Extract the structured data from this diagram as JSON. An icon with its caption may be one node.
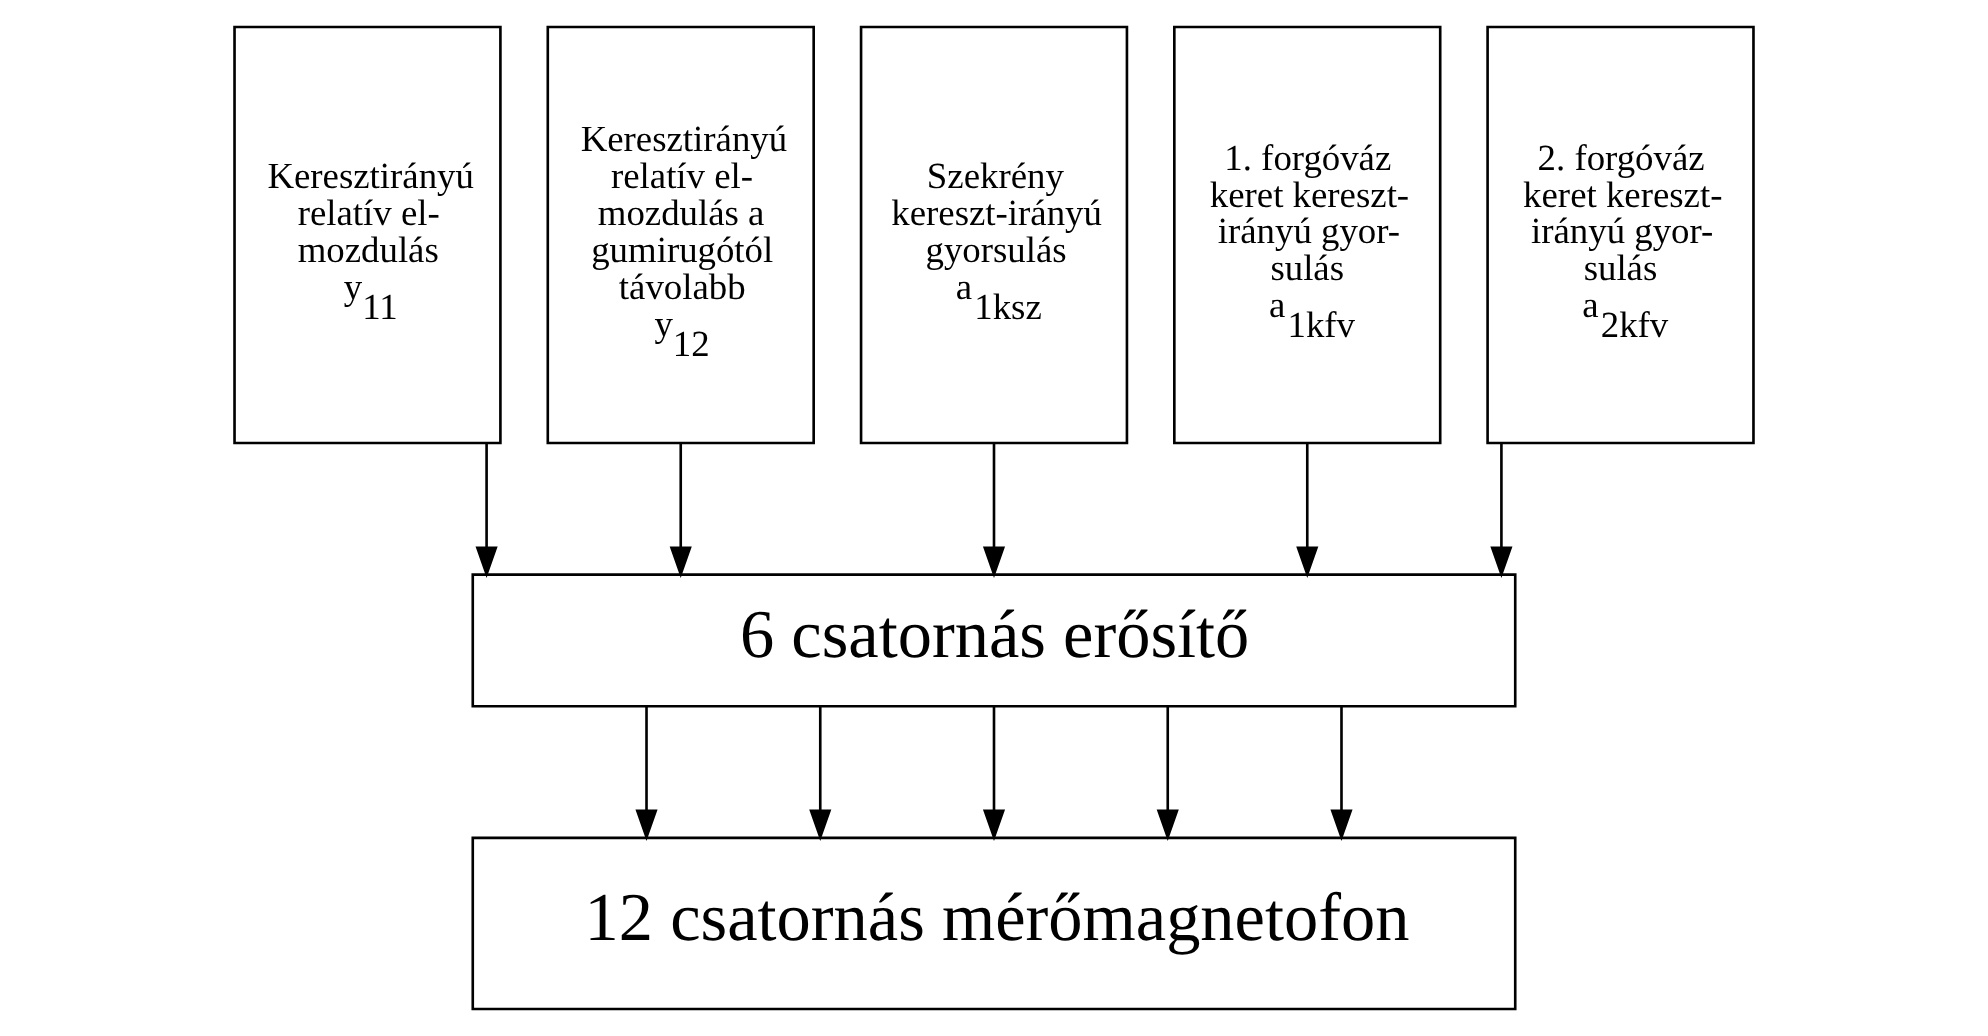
{
  "diagram": {
    "nodes": [
      {
        "text": [
          "Keresztirányú relatív el- mozdulás",
          "y$_{11}$"
        ]
      },
      {
        "text": [
          "Keresztirányú relatív el- mozdulás a gumirugótól távolabb",
          "y$_{12}$"
        ]
      },
      {
        "text": [
          "Szekrény kereszt-irányú gyorsulás",
          "a$_{1ksz}$"
        ]
      },
      {
        "text": [
          "1. forgóváz keret kereszt- irányú gyor- sulás",
          "a$_{1kfv}$"
        ]
      },
      {
        "text": [
          "2. forgóváz keret kereszt- irányú gyor- sulás",
          "a$_{2kfv}$"
        ]
      },
      {
        "text": [
          "6 csatornás erősítő"
        ]
      },
      {
        "text": [
          "12 csatornás mérőmagnetofon"
        ]
      }
    ],
    "edges": [
      {
        "from": 0,
        "to": 5,
        "arrow": "to"
      },
      {
        "from": 1,
        "to": 5,
        "arrow": "to"
      },
      {
        "from": 2,
        "to": 5,
        "arrow": "to"
      },
      {
        "from": 3,
        "to": 5,
        "arrow": "to"
      },
      {
        "from": 4,
        "to": 5,
        "arrow": "to"
      },
      {
        "from": 5,
        "to": 6,
        "arrow": "to"
      },
      {
        "from": 5,
        "to": 6,
        "arrow": "to"
      },
      {
        "from": 5,
        "to": 6,
        "arrow": "to"
      },
      {
        "from": 5,
        "to": 6,
        "arrow": "to"
      },
      {
        "from": 5,
        "to": 6,
        "arrow": "to"
      }
    ]
  }
}
